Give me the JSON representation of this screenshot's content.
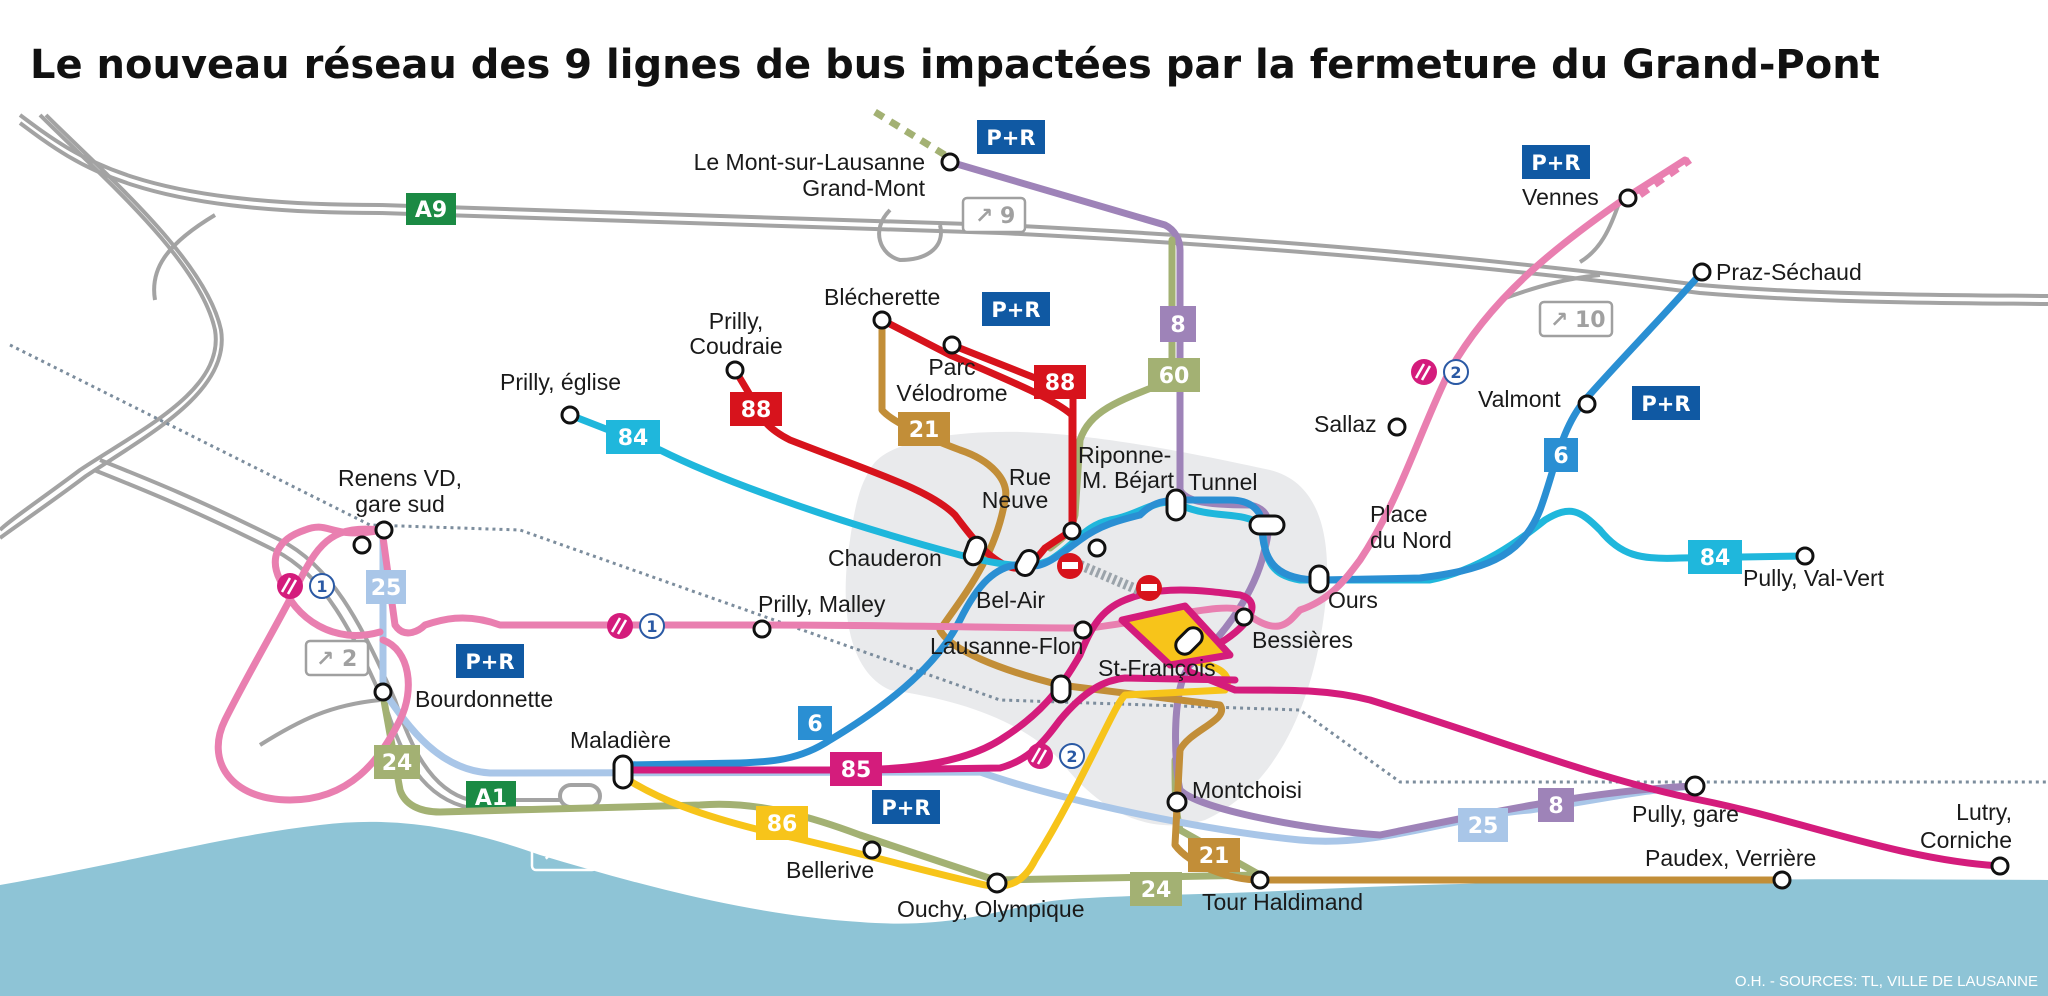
{
  "title": "Le nouveau réseau des 9 lignes de bus impactées par la fermeture du Grand-Pont",
  "source": "O.H. - SOURCES: TL, VILLE DE LAUSANNE",
  "colors": {
    "water": "#8ec4d6",
    "center_area": "#e9eaec",
    "road": "#a3a3a3",
    "rail": "#7c8d9d",
    "pr_badge": "#1059a3",
    "l84": "#1fb7dc",
    "l88": "#d7131c",
    "l21": "#c28e38",
    "l60": "#a3b173",
    "l8": "#9e83b8",
    "l6": "#2a8fd3",
    "l25": "#a9c6e8",
    "l24": "#a3b173",
    "l85": "#d41c7c",
    "l86": "#f7c41a",
    "metro_pink": "#e97fb0",
    "metro_m2": "#d41c7c"
  },
  "roads": {
    "a9": "A9",
    "a1": "A1"
  },
  "exits": {
    "e9": "9",
    "e10": "10",
    "e2": "2",
    "e3": "3"
  },
  "line_badges": {
    "b84_w": "84",
    "b84_e": "84",
    "b88_w": "88",
    "b88_e": "88",
    "b21_n": "21",
    "b21_s": "21",
    "b60": "60",
    "b8_n": "8",
    "b8_s": "8",
    "b6_e": "6",
    "b6_w": "6",
    "b25_w": "25",
    "b25_e": "25",
    "b24_w": "24",
    "b24_s": "24",
    "b85": "85",
    "b86": "86"
  },
  "park_ride": "P+R",
  "metro": {
    "m1": "1",
    "m2": "2"
  },
  "stops": {
    "mont_l1": "Le Mont-sur-Lausanne",
    "mont_l2": "Grand-Mont",
    "vennes": "Vennes",
    "praz": "Praz-Séchaud",
    "blecherette": "Blécherette",
    "coudraie_l1": "Prilly,",
    "coudraie_l2": "Coudraie",
    "parc_l1": "Parc",
    "parc_l2": "Vélodrome",
    "eglise": "Prilly, église",
    "sallaz": "Sallaz",
    "valmont": "Valmont",
    "renens_l1": "Renens VD,",
    "renens_l2": "gare sud",
    "rue_l1": "Rue",
    "rue_l2": "Neuve",
    "riponne_l1": "Riponne-",
    "riponne_l2": "M. Béjart",
    "tunnel": "Tunnel",
    "nord_l1": "Place",
    "nord_l2": "du Nord",
    "chauderon": "Chauderon",
    "belair": "Bel-Air",
    "malley": "Prilly, Malley",
    "ours": "Ours",
    "valvert": "Pully, Val-Vert",
    "flon": "Lausanne-Flon",
    "bessieres": "Bessières",
    "stfrancois": "St-François",
    "bourdonnette": "Bourdonnette",
    "maladiere": "Maladière",
    "montchoisi": "Montchoisi",
    "pully_gare": "Pully, gare",
    "lutry_l1": "Lutry,",
    "lutry_l2": "Corniche",
    "verriere": "Paudex, Verrière",
    "bellerive": "Bellerive",
    "ouchy": "Ouchy, Olympique",
    "haldimand": "Tour Haldimand"
  }
}
